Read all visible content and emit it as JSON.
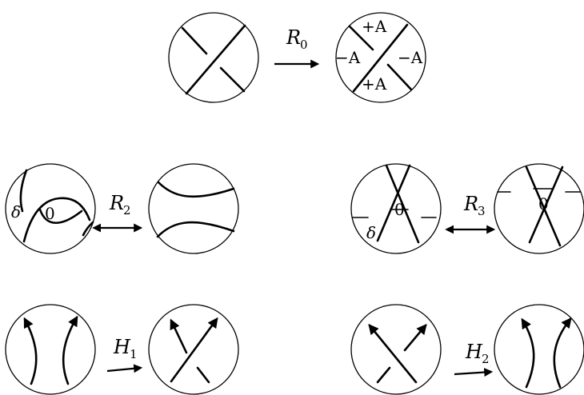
{
  "moves": {
    "r0": {
      "label": "R",
      "sub": "0",
      "terms": {
        "top": "+A",
        "left": "−A",
        "right": "−A",
        "bottom": "+A"
      }
    },
    "r2": {
      "label": "R",
      "sub": "2",
      "delta": "δ",
      "zero": "0"
    },
    "r3": {
      "label": "R",
      "sub": "3",
      "delta": "δ",
      "zero_left": "0",
      "zero_right": "0"
    },
    "h1": {
      "label": "H",
      "sub": "1"
    },
    "h2": {
      "label": "H",
      "sub": "2"
    }
  },
  "colors": {
    "ink": "#000000",
    "background": "#ffffff"
  }
}
